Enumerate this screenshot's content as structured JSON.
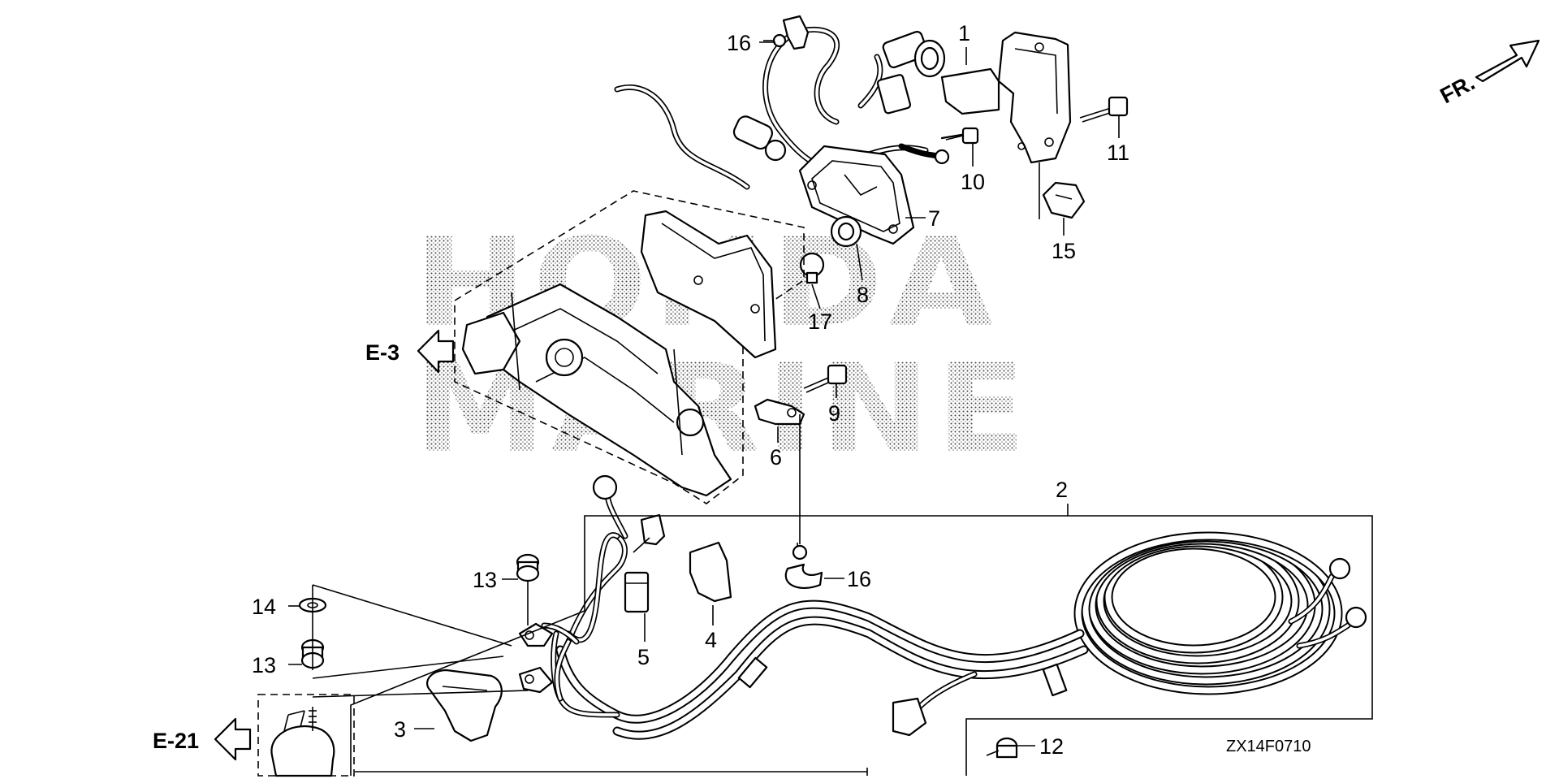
{
  "diagram": {
    "watermark": "HONDA MARINE",
    "drawing_code": "ZX14F0710",
    "direction_label": "FR.",
    "references": [
      {
        "id": "e3",
        "text": "E-3"
      },
      {
        "id": "e21",
        "text": "E-21"
      }
    ],
    "callouts": [
      {
        "id": "p1",
        "text": "1"
      },
      {
        "id": "p2",
        "text": "2"
      },
      {
        "id": "p3",
        "text": "3"
      },
      {
        "id": "p4",
        "text": "4"
      },
      {
        "id": "p5",
        "text": "5"
      },
      {
        "id": "p6",
        "text": "6"
      },
      {
        "id": "p7",
        "text": "7"
      },
      {
        "id": "p8",
        "text": "8"
      },
      {
        "id": "p9",
        "text": "9"
      },
      {
        "id": "p10",
        "text": "10"
      },
      {
        "id": "p11",
        "text": "11"
      },
      {
        "id": "p12",
        "text": "12"
      },
      {
        "id": "p13a",
        "text": "13"
      },
      {
        "id": "p13b",
        "text": "13"
      },
      {
        "id": "p14",
        "text": "14"
      },
      {
        "id": "p15",
        "text": "15"
      },
      {
        "id": "p16a",
        "text": "16"
      },
      {
        "id": "p16b",
        "text": "16"
      },
      {
        "id": "p17",
        "text": "17"
      }
    ]
  }
}
